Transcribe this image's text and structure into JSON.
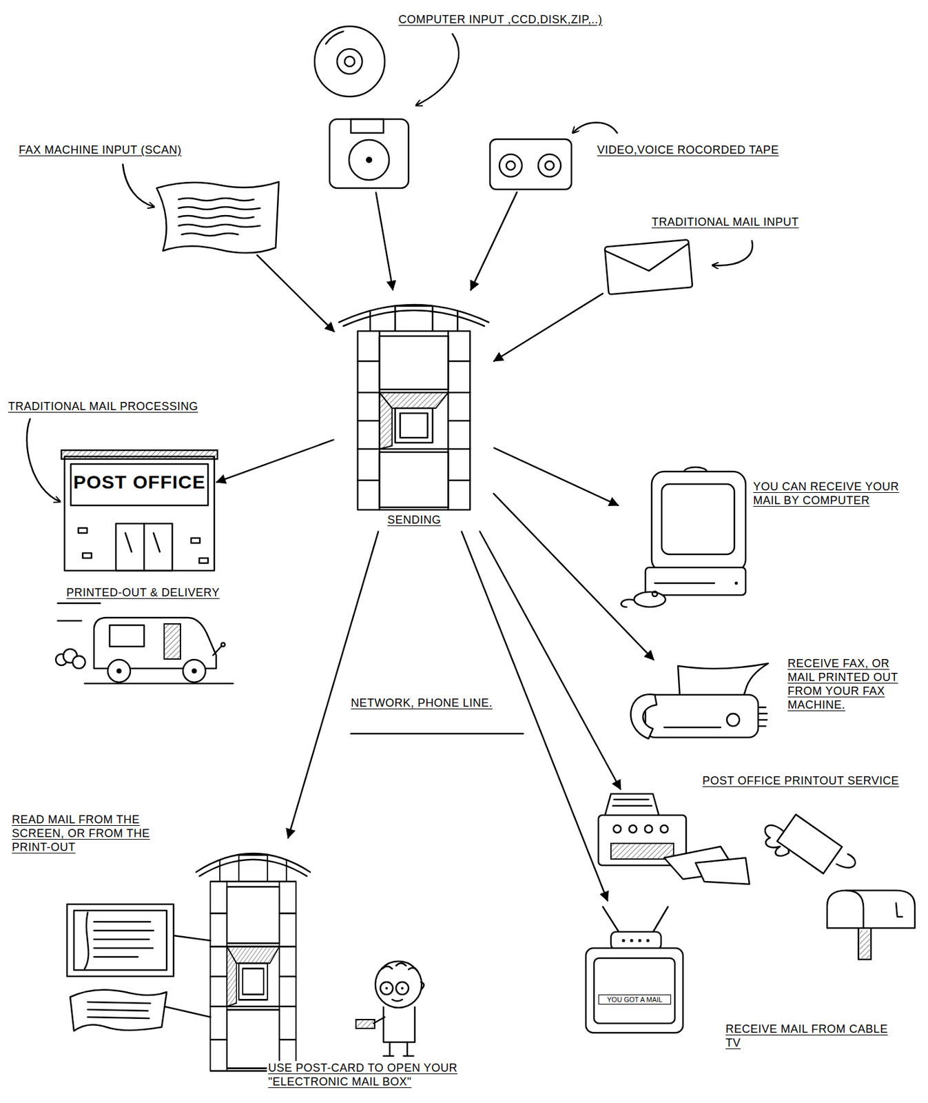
{
  "diagram": {
    "nodes": [
      {
        "text": [
          "COMPUTER INPUT ,CCD,DISK,ZIP,..)"
        ]
      },
      {
        "text": [
          "FAX MACHINE INPUT (SCAN)"
        ]
      },
      {
        "text": [
          "VIDEO,VOICE ROCORDED TAPE"
        ]
      },
      {
        "text": [
          "TRADITIONAL MAIL INPUT"
        ]
      },
      {
        "text": [
          "SENDING"
        ]
      },
      {
        "text": [
          "TRADITIONAL MAIL PROCESSING",
          "POST OFFICE"
        ]
      },
      {
        "text": [
          "PRINTED-OUT & DELIVERY"
        ]
      },
      {
        "text": [
          "YOU CAN RECEIVE YOUR MAIL BY COMPUTER"
        ]
      },
      {
        "text": [
          "RECEIVE FAX, OR MAIL PRINTED OUT FROM YOUR FAX MACHINE."
        ]
      },
      {
        "text": [
          "POST OFFICE PRINTOUT SERVICE"
        ]
      },
      {
        "text": [
          "READ MAIL FROM THE SCREEN, OR FROM THE PRINT-OUT"
        ]
      },
      {
        "text": [
          "USE POST-CARD TO OPEN YOUR \"ELECTRONIC MAIL BOX\""
        ]
      },
      {
        "text": [
          "YOU GOT A MAIL",
          "RECEIVE MAIL FROM CABLE TV"
        ]
      }
    ],
    "edges": [
      {
        "from": 0,
        "to": 4,
        "arrow": "to"
      },
      {
        "from": 1,
        "to": 4,
        "arrow": "to"
      },
      {
        "from": 2,
        "to": 4,
        "arrow": "to"
      },
      {
        "from": 3,
        "to": 4,
        "arrow": "to"
      },
      {
        "from": 4,
        "to": 5,
        "arrow": "to"
      },
      {
        "from": 4,
        "to": 7,
        "arrow": "to"
      },
      {
        "from": 4,
        "to": 8,
        "arrow": "to"
      },
      {
        "from": 4,
        "to": 9,
        "arrow": "to"
      },
      {
        "from": 4,
        "to": 10,
        "arrow": "to"
      },
      {
        "from": 4,
        "to": 12,
        "arrow": "to"
      }
    ],
    "labels": [
      "NETWORK, PHONE LINE."
    ]
  }
}
